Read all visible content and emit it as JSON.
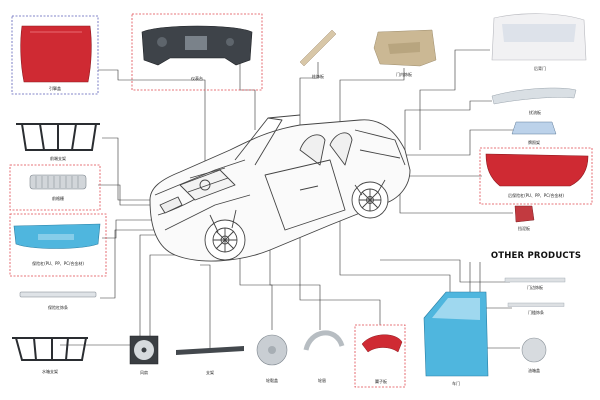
{
  "section_heading": "OTHER PRODUCTS",
  "colors": {
    "frame_red": "#e0474f",
    "frame_blue": "#5b5fb8",
    "body_red": "#cf2a33",
    "body_blue": "#4fb6de",
    "grey_part": "#9aa4ad",
    "leader": "#333333",
    "car_line": "#444444"
  },
  "parts": [
    {
      "id": "hood",
      "label": "引擎盖",
      "icon": "hood-icon"
    },
    {
      "id": "dashboard",
      "label": "仪表台",
      "icon": "dashboard-icon"
    },
    {
      "id": "pillar-trim",
      "label": "柱饰板",
      "icon": "pillar-trim-icon"
    },
    {
      "id": "door-trim",
      "label": "门内饰板",
      "icon": "door-trim-icon"
    },
    {
      "id": "tailgate",
      "label": "后背门",
      "icon": "tailgate-icon"
    },
    {
      "id": "front-frame",
      "label": "前端支架",
      "icon": "front-frame-icon"
    },
    {
      "id": "spoiler",
      "label": "扰流板",
      "icon": "spoiler-icon"
    },
    {
      "id": "license-bracket",
      "label": "牌照架",
      "icon": "license-bracket-icon"
    },
    {
      "id": "grille",
      "label": "前格栅",
      "icon": "grille-icon"
    },
    {
      "id": "rear-bumper",
      "label": "后保险杠(PU、PP、PC/合金材)",
      "icon": "rear-bumper-icon"
    },
    {
      "id": "front-bumper",
      "label": "保险杠(PU、PP、PC/合金材)",
      "icon": "front-bumper-icon"
    },
    {
      "id": "mudflap",
      "label": "挡泥板",
      "icon": "mudflap-icon"
    },
    {
      "id": "trim-strip",
      "label": "保险杠饰条",
      "icon": "trim-strip-icon"
    },
    {
      "id": "door-strip",
      "label": "门边饰板",
      "icon": "door-strip-icon"
    },
    {
      "id": "door-sill",
      "label": "门槛饰条",
      "icon": "door-sill-icon"
    },
    {
      "id": "radiator-support",
      "label": "水箱支架",
      "icon": "radiator-support-icon"
    },
    {
      "id": "fan-shroud",
      "label": "风扇",
      "icon": "fan-shroud-icon"
    },
    {
      "id": "bracket",
      "label": "支架",
      "icon": "bracket-icon"
    },
    {
      "id": "wheel-cover",
      "label": "轮毂盖",
      "icon": "wheel-cover-icon"
    },
    {
      "id": "wheel-arch",
      "label": "轮眉",
      "icon": "wheel-arch-icon"
    },
    {
      "id": "fender",
      "label": "翼子板",
      "icon": "fender-icon"
    },
    {
      "id": "door",
      "label": "车门",
      "icon": "door-icon"
    },
    {
      "id": "fuel-cap",
      "label": "油箱盖",
      "icon": "fuel-cap-icon"
    }
  ]
}
